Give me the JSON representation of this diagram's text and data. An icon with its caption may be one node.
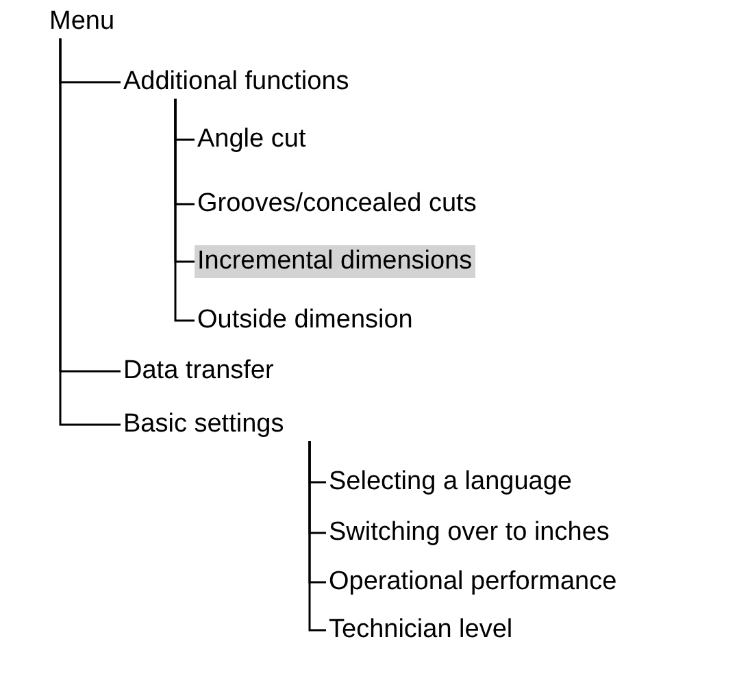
{
  "diagram": {
    "nodes": [
      {
        "text": [
          "Menu"
        ]
      },
      {
        "text": [
          "Additional functions"
        ]
      },
      {
        "text": [
          "Angle cut"
        ]
      },
      {
        "text": [
          "Grooves/concealed cuts"
        ]
      },
      {
        "text": [
          "Incremental dimensions"
        ]
      },
      {
        "text": [
          "Outside dimension"
        ]
      },
      {
        "text": [
          "Data transfer"
        ]
      },
      {
        "text": [
          "Basic settings"
        ]
      },
      {
        "text": [
          "Selecting a language"
        ]
      },
      {
        "text": [
          "Switching over to inches"
        ]
      },
      {
        "text": [
          "Operational performance"
        ]
      },
      {
        "text": [
          "Technician level"
        ]
      }
    ],
    "edges": [
      {
        "from": 0,
        "to": 1,
        "arrow": "none"
      },
      {
        "from": 1,
        "to": 2,
        "arrow": "none"
      },
      {
        "from": 1,
        "to": 3,
        "arrow": "none"
      },
      {
        "from": 1,
        "to": 4,
        "arrow": "none"
      },
      {
        "from": 1,
        "to": 5,
        "arrow": "none"
      },
      {
        "from": 0,
        "to": 6,
        "arrow": "none"
      },
      {
        "from": 0,
        "to": 7,
        "arrow": "none"
      },
      {
        "from": 7,
        "to": 8,
        "arrow": "none"
      },
      {
        "from": 7,
        "to": 9,
        "arrow": "none"
      },
      {
        "from": 7,
        "to": 10,
        "arrow": "none"
      },
      {
        "from": 7,
        "to": 11,
        "arrow": "none"
      }
    ]
  }
}
